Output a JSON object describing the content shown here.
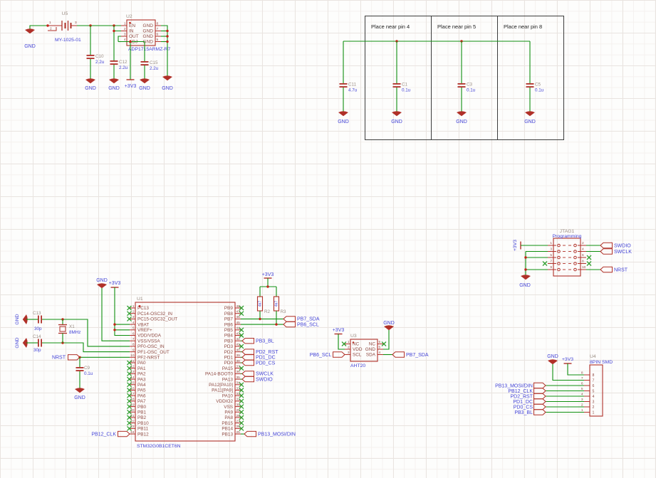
{
  "colors": {
    "wire": "#0f8f0f",
    "symbol": "#b03028",
    "no_connect": "#33a133",
    "part_name": "#9b8e84",
    "part_value": "#4343d6",
    "pin_text": "#8f4a42",
    "junction": "#c42418",
    "note_text": "#1f1f1f",
    "note_border": "#3c3c3c"
  },
  "power_supply": {
    "battery": {
      "name": "U5",
      "value": "MY-1025-01",
      "pin_numbers": [
        "1",
        "2",
        "3"
      ]
    },
    "regulator": {
      "name": "U2",
      "value": "ADP1715ARMZ-R7",
      "left_pins": [
        {
          "num": "1",
          "name": "EN"
        },
        {
          "num": "2",
          "name": "IN"
        },
        {
          "num": "3",
          "name": "OUT"
        },
        {
          "num": "4",
          "name": "ADJ"
        }
      ],
      "right_pins": [
        {
          "num": "8",
          "name": "GND"
        },
        {
          "num": "7",
          "name": "GND"
        },
        {
          "num": "6",
          "name": "GND"
        },
        {
          "num": "5",
          "name": "GND"
        }
      ]
    },
    "caps": [
      {
        "name": "C10",
        "value": "2.2u"
      },
      {
        "name": "C12",
        "value": "2.2u"
      },
      {
        "name": "C15",
        "value": "2.2u"
      }
    ],
    "gnd_label": "GND",
    "rail_label": "+3V3"
  },
  "decoupling": {
    "notes": [
      "Place near pin 4",
      "Place near pin 5",
      "Place near pin 8"
    ],
    "caps": [
      {
        "name": "C11",
        "value": "4.7u"
      },
      {
        "name": "C1",
        "value": "0.1u"
      },
      {
        "name": "C3",
        "value": "0.1u"
      },
      {
        "name": "C5",
        "value": "0.1u"
      }
    ],
    "gnd_label": "GND"
  },
  "mcu": {
    "name": "U1",
    "value": "STM32G0B1CET6N",
    "supplies": {
      "gnd": "GND",
      "v33": "+3V3"
    },
    "left_flag": "PB12_CLK",
    "left_pins": [
      {
        "num": "1",
        "name": "PC13",
        "nc": true
      },
      {
        "num": "2",
        "name": "PC14-OSC32_IN",
        "nc": true
      },
      {
        "num": "3",
        "name": "PC15-OSC32_OUT",
        "nc": true
      },
      {
        "num": "4",
        "name": "VBAT"
      },
      {
        "num": "5",
        "name": "VREF+"
      },
      {
        "num": "6",
        "name": "VDD/VDDA"
      },
      {
        "num": "7",
        "name": "VSS/VSSA"
      },
      {
        "num": "8",
        "name": "PF0-OSC_IN"
      },
      {
        "num": "9",
        "name": "PF1-OSC_OUT"
      },
      {
        "num": "10",
        "name": "PF2-NRST"
      },
      {
        "num": "11",
        "name": "PA0",
        "nc": true
      },
      {
        "num": "12",
        "name": "PA1",
        "nc": true
      },
      {
        "num": "13",
        "name": "PA2",
        "nc": true
      },
      {
        "num": "14",
        "name": "PA3",
        "nc": true
      },
      {
        "num": "15",
        "name": "PA4",
        "nc": true
      },
      {
        "num": "16",
        "name": "PA5",
        "nc": true
      },
      {
        "num": "17",
        "name": "PA6",
        "nc": true
      },
      {
        "num": "18",
        "name": "PA7",
        "nc": true
      },
      {
        "num": "19",
        "name": "PB0",
        "nc": true
      },
      {
        "num": "20",
        "name": "PB1",
        "nc": true
      },
      {
        "num": "21",
        "name": "PB2",
        "nc": true
      },
      {
        "num": "22",
        "name": "PB10",
        "nc": true
      },
      {
        "num": "23",
        "name": "PB11",
        "nc": true
      },
      {
        "num": "24",
        "name": "PB12"
      }
    ],
    "right_pins": [
      {
        "num": "48",
        "name": "PB9",
        "nc": true
      },
      {
        "num": "47",
        "name": "PB8",
        "nc": true
      },
      {
        "num": "46",
        "name": "PB7",
        "flag": "PB7_SDA"
      },
      {
        "num": "45",
        "name": "PB6",
        "flag": "PB6_SCL"
      },
      {
        "num": "44",
        "name": "PB5",
        "nc": true
      },
      {
        "num": "43",
        "name": "PB4",
        "nc": true
      },
      {
        "num": "42",
        "name": "PB3",
        "flag": "PB3_BL"
      },
      {
        "num": "41",
        "name": "PD3",
        "nc": true
      },
      {
        "num": "40",
        "name": "PD2",
        "flag": "PD2_RST"
      },
      {
        "num": "39",
        "name": "PD1",
        "flag": "PD1_DC"
      },
      {
        "num": "38",
        "name": "PD0",
        "flag": "PD0_CS"
      },
      {
        "num": "37",
        "name": "PA15",
        "nc": true
      },
      {
        "num": "36",
        "name": "PA14-BOOT0",
        "flag": "SWCLK"
      },
      {
        "num": "35",
        "name": "PA13",
        "flag": "SWDIO"
      },
      {
        "num": "34",
        "name": "PA12[PA10]",
        "nc": true
      },
      {
        "num": "33",
        "name": "PA11[PA9]",
        "nc": true
      },
      {
        "num": "32",
        "name": "PA10",
        "nc": true
      },
      {
        "num": "31",
        "name": "VDDIO2",
        "nc": true
      },
      {
        "num": "30",
        "name": "VSS",
        "nc": true
      },
      {
        "num": "29",
        "name": "PA9",
        "nc": true
      },
      {
        "num": "28",
        "name": "PA8",
        "nc": true
      },
      {
        "num": "27",
        "name": "PB15",
        "nc": true
      },
      {
        "num": "26",
        "name": "PB14",
        "nc": true
      },
      {
        "num": "25",
        "name": "PB13",
        "flag": "PB13_MOSI/DIN"
      }
    ]
  },
  "oscillator": {
    "caps": [
      {
        "name": "C13",
        "value": "30p"
      },
      {
        "name": "C14",
        "value": "30p"
      }
    ],
    "crystal": {
      "name": "X1",
      "value": "8MHz"
    },
    "reset_cap": {
      "name": "C9",
      "value": "0.1u"
    },
    "nrst_flag": "NRST",
    "gnd_label": "GND"
  },
  "i2c_pullups": {
    "resistors": [
      {
        "name": "R2",
        "value": "4k7"
      },
      {
        "name": "R3",
        "value": "4k7"
      }
    ],
    "rail_label": "+3V3"
  },
  "sensor": {
    "name": "U3",
    "value": "AHT20",
    "left_pins": [
      {
        "num": "1",
        "name": "NC",
        "nc": true
      },
      {
        "num": "2",
        "name": "VDD"
      },
      {
        "num": "3",
        "name": "SCL"
      }
    ],
    "right_pins": [
      {
        "num": "6",
        "name": "NC",
        "nc": true
      },
      {
        "num": "5",
        "name": "GND"
      },
      {
        "num": "4",
        "name": "SDA"
      }
    ],
    "scl_flag": "PB6_SCL",
    "sda_flag": "PB7_SDA",
    "v33_label": "+3V3",
    "gnd_label": "GND"
  },
  "jtag": {
    "name": "JTAG1",
    "value": "Programming",
    "left_pin_numbers": [
      "1",
      "3",
      "5",
      "7",
      "9"
    ],
    "right_pin_numbers": [
      "2",
      "4",
      "6",
      "8",
      "10"
    ],
    "flags": {
      "swdio": "SWDIO",
      "swclk": "SWCLK",
      "nrst": "NRST"
    },
    "v33_label": "+3V3",
    "gnd_label": "GND"
  },
  "display_connector": {
    "name": "U4",
    "value": "8PIN SMD",
    "pins": [
      {
        "num": "8",
        "net": "v33"
      },
      {
        "num": "7",
        "net": "gnd"
      },
      {
        "num": "6",
        "flag": "PB13_MOSI/DIN"
      },
      {
        "num": "5",
        "flag": "PB12_CLK"
      },
      {
        "num": "4",
        "flag": "PD2_RST"
      },
      {
        "num": "3",
        "flag": "PD1_DC"
      },
      {
        "num": "2",
        "flag": "PD0_CS"
      },
      {
        "num": "1",
        "flag": "PB3_BL"
      }
    ],
    "v33_label": "+3V3",
    "gnd_label": "GND"
  }
}
